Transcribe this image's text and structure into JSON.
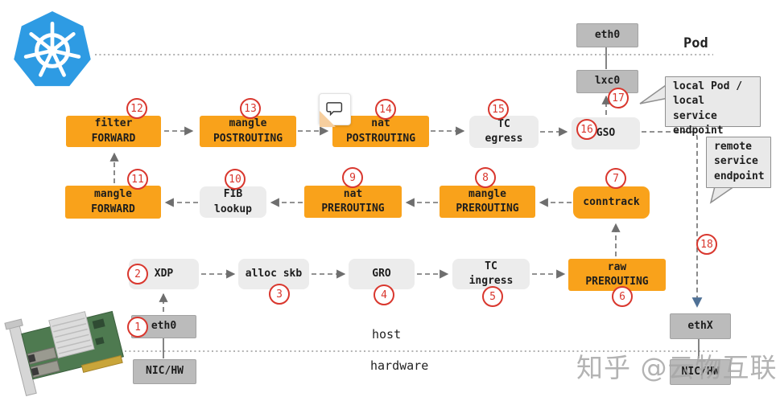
{
  "zones": {
    "pod_label": "Pod",
    "host_label": "host",
    "hardware_label": "hardware"
  },
  "nodes": {
    "pod_eth0": {
      "label": "eth0"
    },
    "lxc0": {
      "label": "lxc0"
    },
    "filter_forward": {
      "label": "filter\nFORWARD"
    },
    "mangle_postrouting": {
      "label": "mangle\nPOSTROUTING"
    },
    "nat_postrouting": {
      "label": "nat\nPOSTROUTING"
    },
    "tc_egress": {
      "label": "TC\negress"
    },
    "gso": {
      "label": "GSO"
    },
    "mangle_forward": {
      "label": "mangle\nFORWARD"
    },
    "fib_lookup": {
      "label": "FIB\nlookup"
    },
    "nat_prerouting": {
      "label": "nat\nPREROUTING"
    },
    "mangle_prerouting": {
      "label": "mangle\nPREROUTING"
    },
    "conntrack": {
      "label": "conntrack"
    },
    "xdp": {
      "label": "XDP"
    },
    "alloc_skb": {
      "label": "alloc skb"
    },
    "gro": {
      "label": "GRO"
    },
    "tc_ingress": {
      "label": "TC\ningress"
    },
    "raw_prerouting": {
      "label": "raw\nPREROUTING"
    },
    "host_eth0": {
      "label": "eth0"
    },
    "host_nic": {
      "label": "NIC/HW"
    },
    "ethx": {
      "label": "ethX"
    },
    "remote_nic": {
      "label": "NIC/HW"
    }
  },
  "steps": {
    "1": "1",
    "2": "2",
    "3": "3",
    "4": "4",
    "5": "5",
    "6": "6",
    "7": "7",
    "8": "8",
    "9": "9",
    "10": "10",
    "11": "11",
    "12": "12",
    "13": "13",
    "14": "14",
    "15": "15",
    "16": "16",
    "17": "17",
    "18": "18"
  },
  "callouts": {
    "local": {
      "text": "local Pod /\nlocal service\nendpoint"
    },
    "remote": {
      "text": "remote\nservice\nendpoint"
    }
  },
  "watermark": "知乎 @云物互联",
  "icons": {
    "kubernetes_logo": "kubernetes-helm-wheel",
    "nic_photo": "dual-port-network-interface-card",
    "comment_note": "comment-bubble-note"
  },
  "colors": {
    "chain_orange": "#F9A21B",
    "stage_gray": "#ECECEC",
    "iface_gray": "#BBBBBB",
    "step_red": "#D9372E",
    "k8s_blue": "#2E9BE3",
    "callout_gray": "#E9E9E9",
    "arrow_gray": "#6E6E6E",
    "ethx_arrow_blue": "#4F7196"
  }
}
